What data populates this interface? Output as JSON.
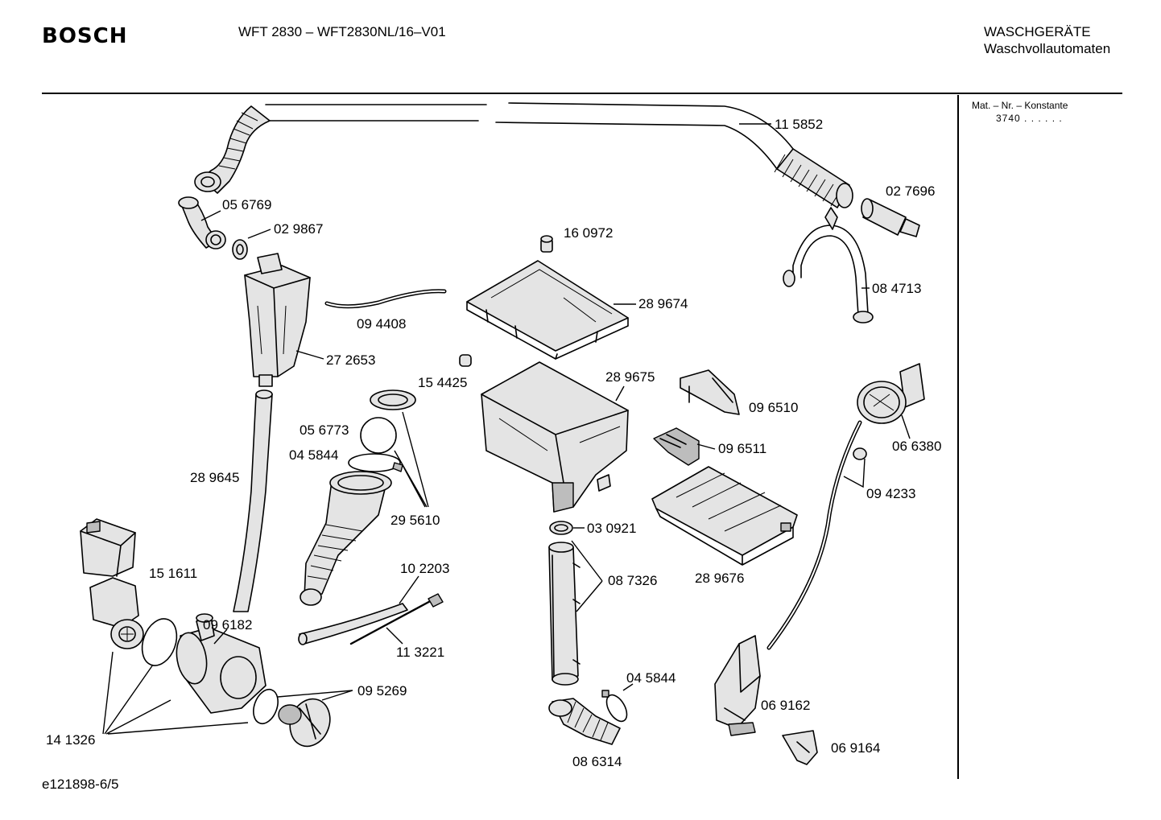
{
  "header": {
    "brand": "BOSCH",
    "model": "WFT 2830 – WFT2830NL/16–V01",
    "category": "WASCHGERÄTE",
    "subcategory": "Waschvollautomaten"
  },
  "sidebar": {
    "line1": "Mat. – Nr. – Konstante",
    "line2": "3740  .  .  .  .  .  ."
  },
  "footer": {
    "code": "e121898-6/5"
  },
  "parts": {
    "p115852": "11 5852",
    "p027696": "02 7696",
    "p084713": "08 4713",
    "p056769": "05 6769",
    "p029867": "02 9867",
    "p160972": "16 0972",
    "p289674": "28 9674",
    "p094408": "09 4408",
    "p272653": "27 2653",
    "p154425": "15 4425",
    "p289675": "28 9675",
    "p096510": "09 6510",
    "p096511": "09 6511",
    "p066380": "06 6380",
    "p094233": "09 4233",
    "p056773": "05 6773",
    "p045844a": "04 5844",
    "p289645": "28 9645",
    "p295610": "29 5610",
    "p030921": "03 0921",
    "p289676": "28 9676",
    "p087326": "08 7326",
    "p151611": "15 1611",
    "p102203": "10 2203",
    "p096182": "09 6182",
    "p113221": "11 3221",
    "p045844b": "04 5844",
    "p095269": "09 5269",
    "p069162": "06 9162",
    "p141326": "14 1326",
    "p086314": "08 6314",
    "p069164": "06 9164"
  }
}
